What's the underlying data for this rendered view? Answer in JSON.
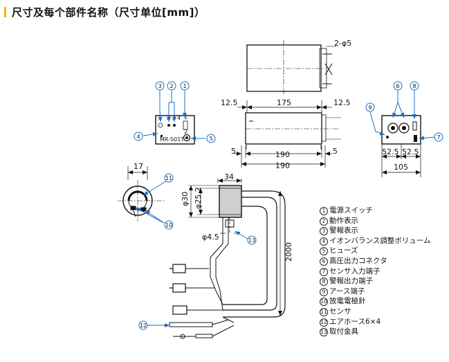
{
  "heading": "尺寸及每个部件名称（尺寸单位[mm]）",
  "dimensions": {
    "hole": "2-φ5",
    "left_margin": "12.5",
    "width_175": "175",
    "right_margin": "12.5",
    "base_left": "5",
    "base_190_a": "190",
    "base_right": "5",
    "base_190_b": "190",
    "side_52_5_a": "52.5",
    "side_52_5_b": "52.5",
    "side_105": "105",
    "sensor_17": "17",
    "cable_34": "34",
    "dia_30": "φ30",
    "dia_25_2": "φ25.2",
    "dia_4_5": "φ4.5",
    "length_2000": "2000"
  },
  "panel": {
    "model": "MR-S01T",
    "top_labels": [
      "1",
      "2",
      "3",
      "4"
    ],
    "right_labels": [
      "1",
      "2"
    ]
  },
  "callouts": [
    "1",
    "2",
    "3",
    "4",
    "5",
    "6",
    "7",
    "8",
    "9",
    "10",
    "11",
    "12",
    "13"
  ],
  "legend": [
    {
      "num": "1",
      "text": "電源スイッチ"
    },
    {
      "num": "2",
      "text": "動作表示"
    },
    {
      "num": "3",
      "text": "警報表示"
    },
    {
      "num": "4",
      "text": "イオンバランス調整ボリューム"
    },
    {
      "num": "5",
      "text": "ヒューズ"
    },
    {
      "num": "6",
      "text": "高圧出力コネクタ"
    },
    {
      "num": "7",
      "text": "センサ入力端子"
    },
    {
      "num": "8",
      "text": "警報出力端子"
    },
    {
      "num": "9",
      "text": "アース端子"
    },
    {
      "num": "10",
      "text": "放電電極針"
    },
    {
      "num": "11",
      "text": "センサ"
    },
    {
      "num": "12",
      "text": "エアホース6×4"
    },
    {
      "num": "13",
      "text": "取付金具"
    }
  ]
}
